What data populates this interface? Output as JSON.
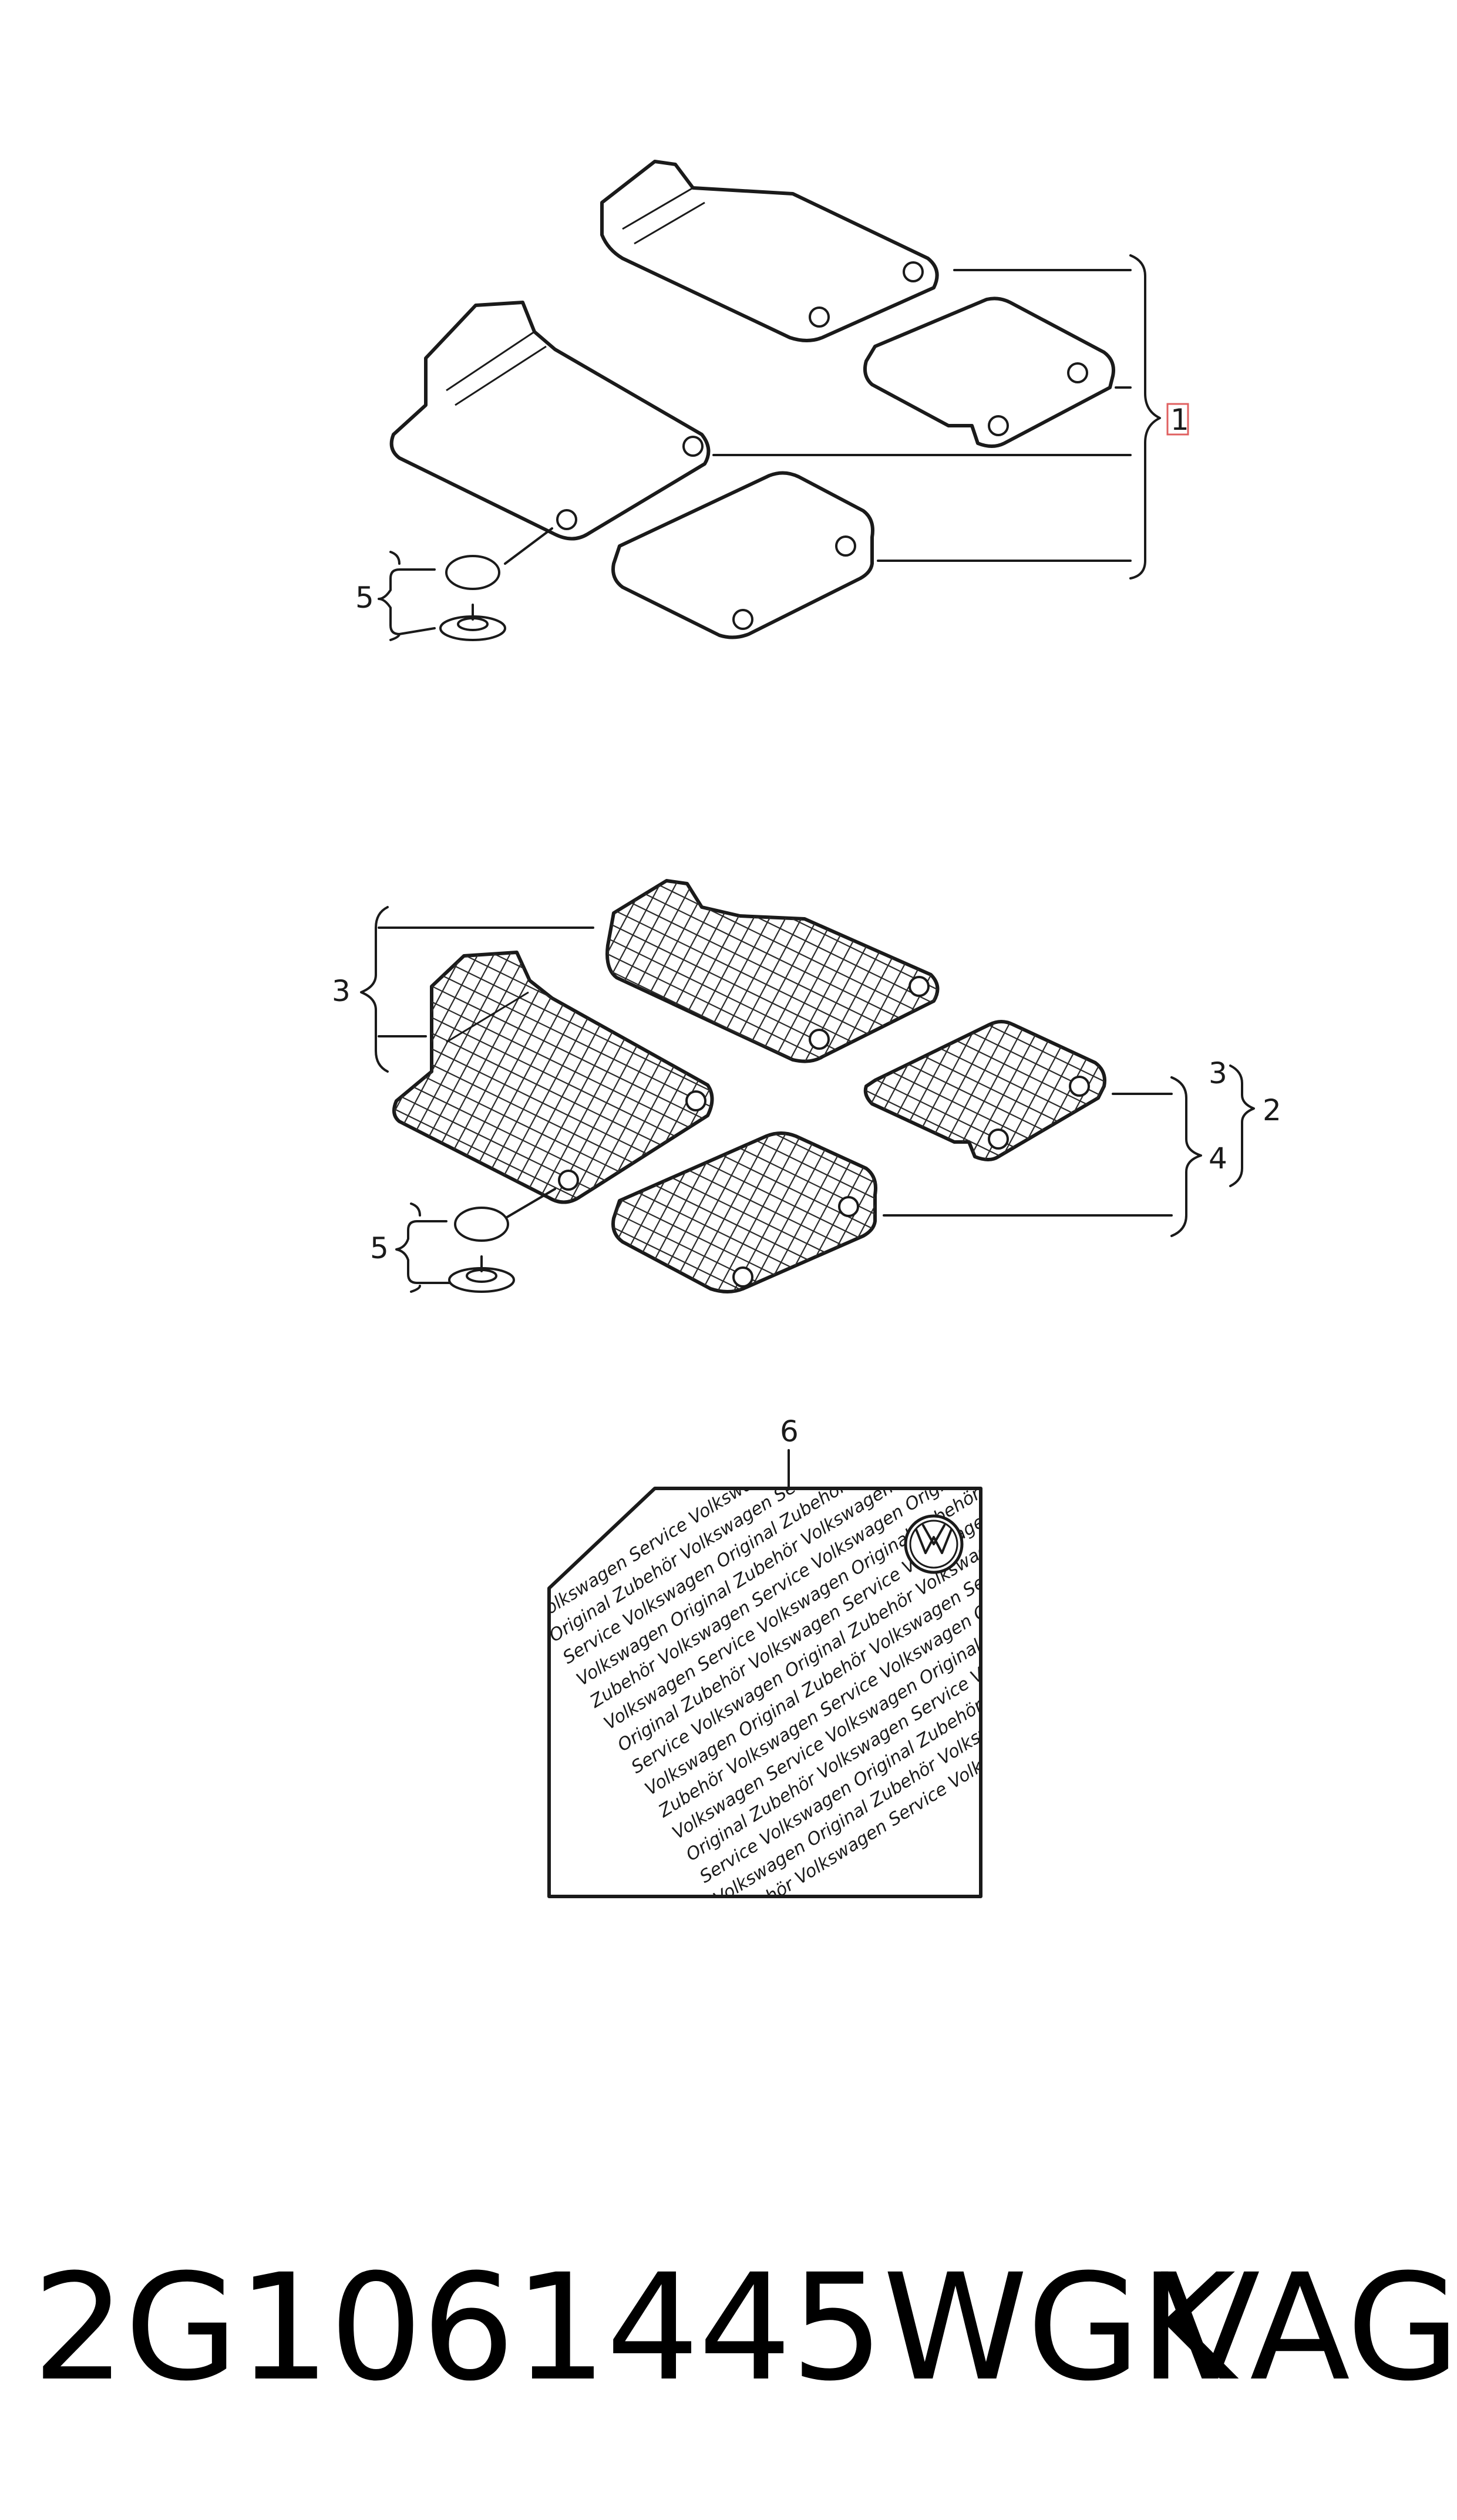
{
  "callouts": {
    "set_rubber_mats": "1",
    "set_textile_mats": "2",
    "front_mats": "3",
    "rear_mats": "4",
    "fastener": "5",
    "sticker": "6"
  },
  "sticker": {
    "lines": [
      "Volkswagen Service Volkswagen Original Zubehör Volkswagen",
      "Original Zubehör Volkswagen Service Volkswagen Original Zub",
      "Service Volkswagen Original Zubehör Volkswagen Service Vol",
      "Volkswagen Original Zubehör Volkswagen Service Volkswagen",
      "Zubehör Volkswagen Service Volkswagen Original Zubehör Vo",
      "Volkswagen Service Volkswagen Original Zubehör Volkswagen",
      "Original Zubehör Volkswagen Service Volkswagen Original Zu",
      "Service Volkswagen Original Zubehör Volkswagen Service Vo",
      "Volkswagen Original Zubehör Volkswagen Service Volkswagen",
      "Zubehör Volkswagen Service Volkswagen Original Zubehör V",
      "Volkswagen Service Volkswagen Original Zubehör Volkswag",
      "Original Zubehör Volkswagen Service Volkswagen Origina",
      "Service Volkswagen Original Zubehör Volkswagen Service",
      "Volkswagen Original Zubehör Volkswagen Service Volks",
      "Zubehör Volkswagen Service Volkswagen Original Zub"
    ],
    "logo": "VW"
  },
  "footer": {
    "part_number": "2G1061445WGK",
    "brand": "VAG"
  }
}
